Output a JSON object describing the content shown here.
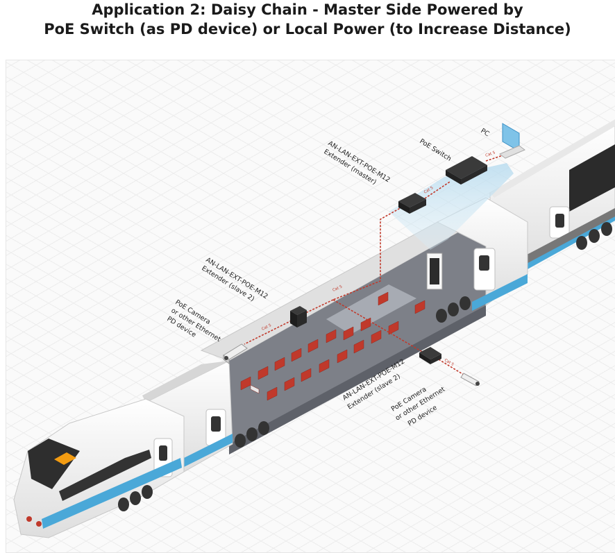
{
  "title": {
    "line1": "Application 2: Daisy Chain - Master Side Powered by",
    "line2": "PoE Switch (as PD device) or Local Power (to Increase Distance)"
  },
  "labels": {
    "pc": "PC",
    "poe_switch": "PoE Switch",
    "master_model": "AN-LAN-EXT-POE-M12",
    "master_role": "Extender (master)",
    "slave_left_model": "AN-LAN-EXT-POE-M12",
    "slave_left_role": "Extender (slave 2)",
    "slave_right_model": "AN-LAN-EXT-POE-M12",
    "slave_right_role": "Extender (slave 2)",
    "camera_left_l1": "PoE Camera",
    "camera_left_l2": "or other Ethernet",
    "camera_left_l3": "PD device",
    "camera_right_l1": "PoE Camera",
    "camera_right_l2": "or other Ethernet",
    "camera_right_l3": "PD device"
  },
  "colors": {
    "cable": "#c0392b",
    "train_body": "#f2f2f2",
    "train_stripe": "#4aa8d8",
    "seat": "#c0392b",
    "floor": "#7d8088",
    "device": "#222222"
  }
}
